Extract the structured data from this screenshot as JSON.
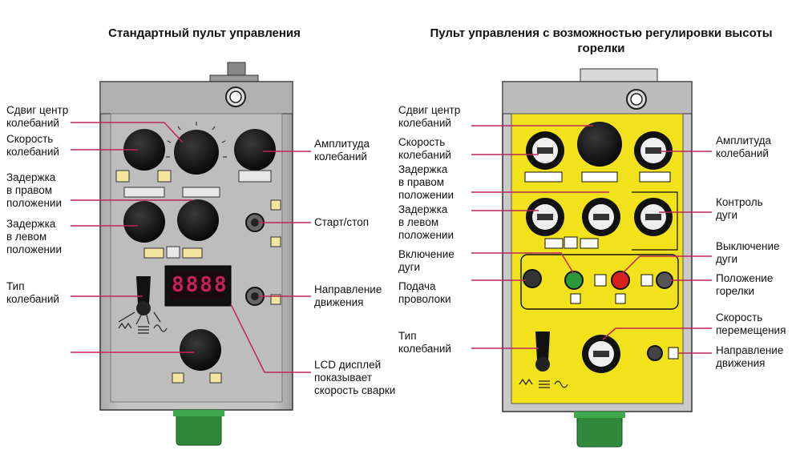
{
  "titles": {
    "left": "Стандартный пульт управления",
    "right": "Пульт управления с возможностью регулировки высоты горелки"
  },
  "left_panel": {
    "lcd_value": "8888",
    "labels": {
      "shift": "Сдвиг центр\nколебаний",
      "speed": "Скорость\nколебаний",
      "delay_right": "Задержка\nв правом\nположении",
      "delay_left": "Задержка\nв левом\nположении",
      "osc_type": "Тип\nколебаний",
      "amplitude": "Амплитуда\nколебаний",
      "start_stop": "Старт/стоп",
      "direction": "Направление\nдвижения",
      "lcd": "LCD дисплей\nпоказывает\nскорость сварки"
    }
  },
  "right_panel": {
    "labels": {
      "shift": "Сдвиг центр\nколебаний",
      "speed": "Скорость\nколебаний",
      "delay_right": "Задержка\nв правом\nположении",
      "delay_left": "Задержка\nв левом\nположении",
      "arc_on": "Включение\nдуги",
      "wire_feed": "Подача\nпроволоки",
      "osc_type": "Тип\nколебаний",
      "amplitude": "Амплитуда\nколебаний",
      "arc_control": "Контроль\nдуги",
      "arc_off": "Выключение\nдуги",
      "torch_pos": "Положение\nгорелки",
      "travel_speed": "Скорость\nперемещения",
      "direction": "Направление\nдвижения"
    }
  },
  "colors": {
    "grey_panel": "#b9b9b9",
    "yellow_panel": "#f2e21c",
    "knob": "#111111",
    "green_button": "#2a9a3a",
    "red_button": "#d8201e",
    "connector": "#2e8a3a",
    "lcd_text": "#c0245a",
    "leader": "#c0245a"
  }
}
